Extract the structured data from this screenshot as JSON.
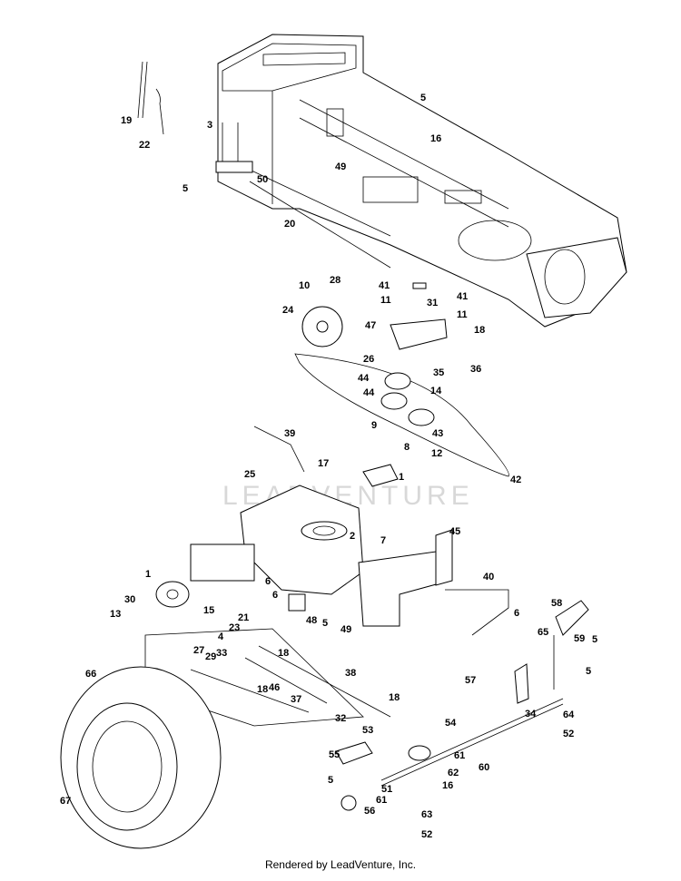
{
  "diagram": {
    "watermark": "LEADVENTURE",
    "footer": "Rendered by LeadVenture, Inc.",
    "callouts": [
      "19",
      "22",
      "3",
      "5",
      "16",
      "49",
      "50",
      "5",
      "20",
      "10",
      "28",
      "41",
      "31",
      "41",
      "11",
      "11",
      "24",
      "47",
      "18",
      "26",
      "35",
      "36",
      "44",
      "44",
      "14",
      "9",
      "8",
      "43",
      "12",
      "39",
      "17",
      "25",
      "1",
      "42",
      "2",
      "7",
      "45",
      "1",
      "6",
      "15",
      "30",
      "13",
      "21",
      "48",
      "5",
      "49",
      "40",
      "6",
      "4",
      "23",
      "33",
      "29",
      "27",
      "18",
      "46",
      "38",
      "18",
      "57",
      "58",
      "65",
      "59",
      "5",
      "5",
      "66",
      "37",
      "32",
      "18",
      "53",
      "54",
      "34",
      "64",
      "52",
      "55",
      "5",
      "61",
      "60",
      "51",
      "62",
      "16",
      "56",
      "61",
      "63",
      "52",
      "67",
      "6"
    ]
  }
}
